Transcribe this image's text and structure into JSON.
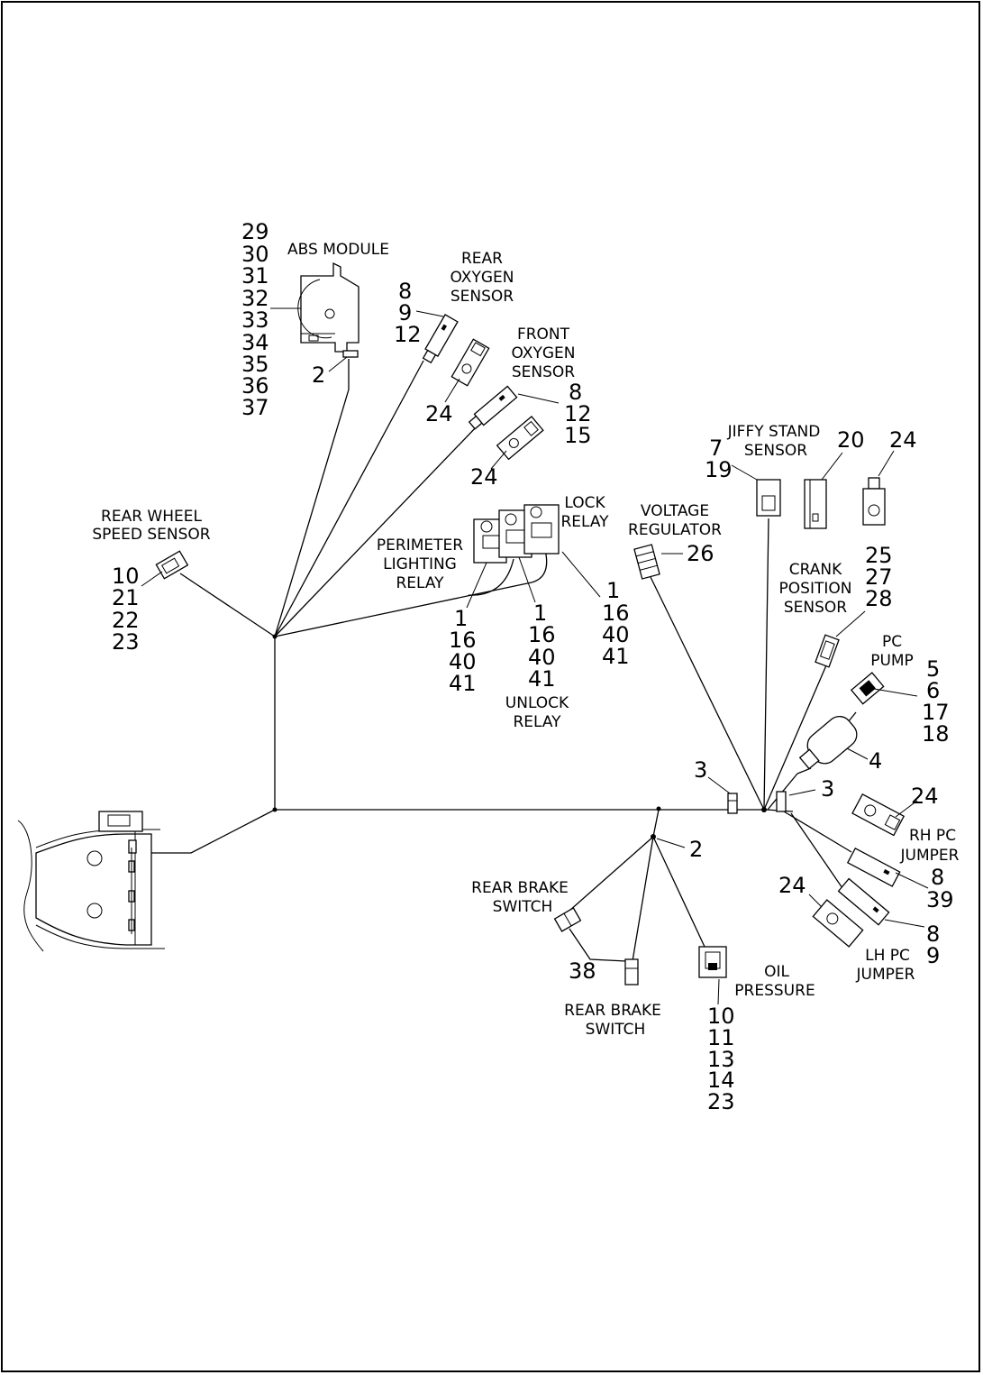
{
  "components": {
    "abs_module": {
      "label": "ABS MODULE",
      "items": [
        "29",
        "30",
        "31",
        "32",
        "33",
        "34",
        "35",
        "36",
        "37"
      ],
      "extra": "2"
    },
    "rear_o2": {
      "label": [
        "REAR",
        "OXYGEN",
        "SENSOR"
      ],
      "items": [
        "8",
        "9",
        "12"
      ],
      "extra": "24"
    },
    "front_o2": {
      "label": [
        "FRONT",
        "OXYGEN",
        "SENSOR"
      ],
      "items": [
        "8",
        "12",
        "15"
      ],
      "extra": "24"
    },
    "rear_wheel": {
      "label": [
        "REAR WHEEL",
        "SPEED SENSOR"
      ],
      "items": [
        "10",
        "21",
        "22",
        "23"
      ]
    },
    "perimeter": {
      "label": [
        "PERIMETER",
        "LIGHTING",
        "RELAY"
      ],
      "items": [
        "1",
        "16",
        "40",
        "41"
      ]
    },
    "unlock": {
      "label": [
        "UNLOCK",
        "RELAY"
      ],
      "items": [
        "1",
        "16",
        "40",
        "41"
      ]
    },
    "lock": {
      "label": [
        "LOCK",
        "RELAY"
      ],
      "items": [
        "1",
        "16",
        "40",
        "41"
      ]
    },
    "voltage_reg": {
      "label": [
        "VOLTAGE",
        "REGULATOR"
      ],
      "items": [
        "26"
      ]
    },
    "jiffy": {
      "label": [
        "JIFFY STAND",
        "SENSOR"
      ],
      "items": [
        "7",
        "19"
      ],
      "extra": [
        "20",
        "24"
      ]
    },
    "crank": {
      "label": [
        "CRANK",
        "POSITION",
        "SENSOR"
      ],
      "items": [
        "25",
        "27",
        "28"
      ]
    },
    "pc_pump": {
      "label": [
        "PC",
        "PUMP"
      ],
      "items": [
        "5",
        "6",
        "17",
        "18"
      ],
      "extra": "4"
    },
    "ground": {
      "items": [
        "3",
        "3"
      ]
    },
    "rh_pc": {
      "label": [
        "RH PC",
        "JUMPER"
      ],
      "items": [
        "8",
        "39"
      ],
      "extra": "24"
    },
    "lh_pc": {
      "label": [
        "LH PC",
        "JUMPER"
      ],
      "items": [
        "8",
        "9"
      ],
      "extra": "24"
    },
    "rear_brake_upper": {
      "label": [
        "REAR BRAKE",
        "SWITCH"
      ]
    },
    "rear_brake_lower": {
      "label": [
        "REAR BRAKE",
        "SWITCH"
      ],
      "items": [
        "38"
      ]
    },
    "junction": {
      "items": [
        "2"
      ]
    },
    "oil": {
      "label": [
        "OIL",
        "PRESSURE"
      ],
      "items": [
        "10",
        "11",
        "13",
        "14",
        "23"
      ]
    }
  }
}
